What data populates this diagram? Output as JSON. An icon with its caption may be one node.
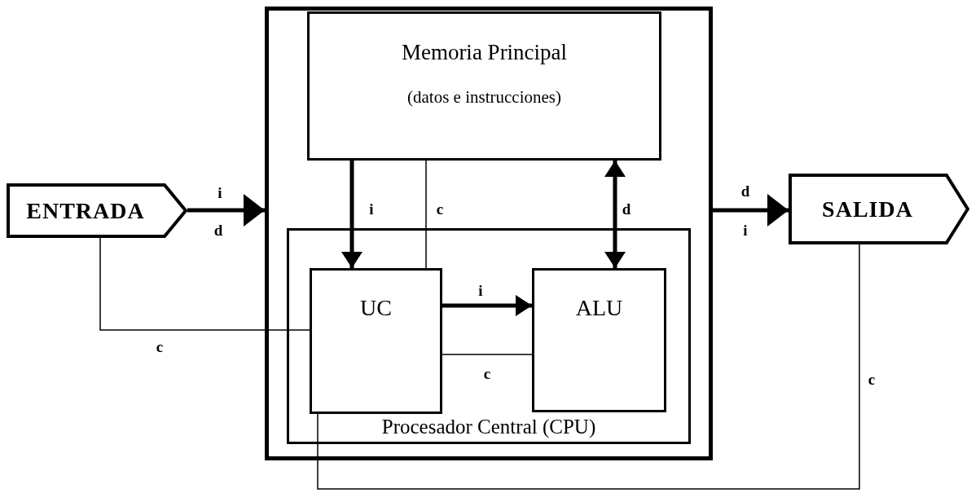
{
  "diagram": {
    "nodes": [
      {
        "text": [],
        "shape": "box"
      },
      {
        "text": [
          "Memoria Principal",
          "(datos e instrucciones)"
        ],
        "in": 0
      },
      {
        "text": [
          "Procesador Central (CPU)"
        ],
        "in": 0
      },
      {
        "text": [
          "UC"
        ],
        "in": 2
      },
      {
        "text": [
          "ALU"
        ],
        "in": 2
      },
      {
        "text": [
          "ENTRADA"
        ]
      },
      {
        "text": [
          "SALIDA"
        ]
      }
    ],
    "edges": [
      {
        "from": 5,
        "to": 0,
        "arrow": "to",
        "label": "i"
      },
      {
        "from": 1,
        "to": 3,
        "arrow": "to",
        "label": "i"
      },
      {
        "from": 1,
        "to": 3,
        "arrow": "none",
        "label": "c"
      },
      {
        "from": 1,
        "to": 4,
        "arrow": "both",
        "label": "d"
      },
      {
        "from": 3,
        "to": 4,
        "arrow": "to",
        "label": "i"
      },
      {
        "from": 3,
        "to": 4,
        "arrow": "none",
        "label": "c"
      },
      {
        "from": 5,
        "to": 3,
        "arrow": "none",
        "label": "c"
      },
      {
        "from": 0,
        "to": 6,
        "arrow": "to",
        "label": "d"
      },
      {
        "from": 3,
        "to": 6,
        "arrow": "none",
        "label": "c"
      }
    ],
    "labels": [
      "d",
      "i"
    ]
  }
}
